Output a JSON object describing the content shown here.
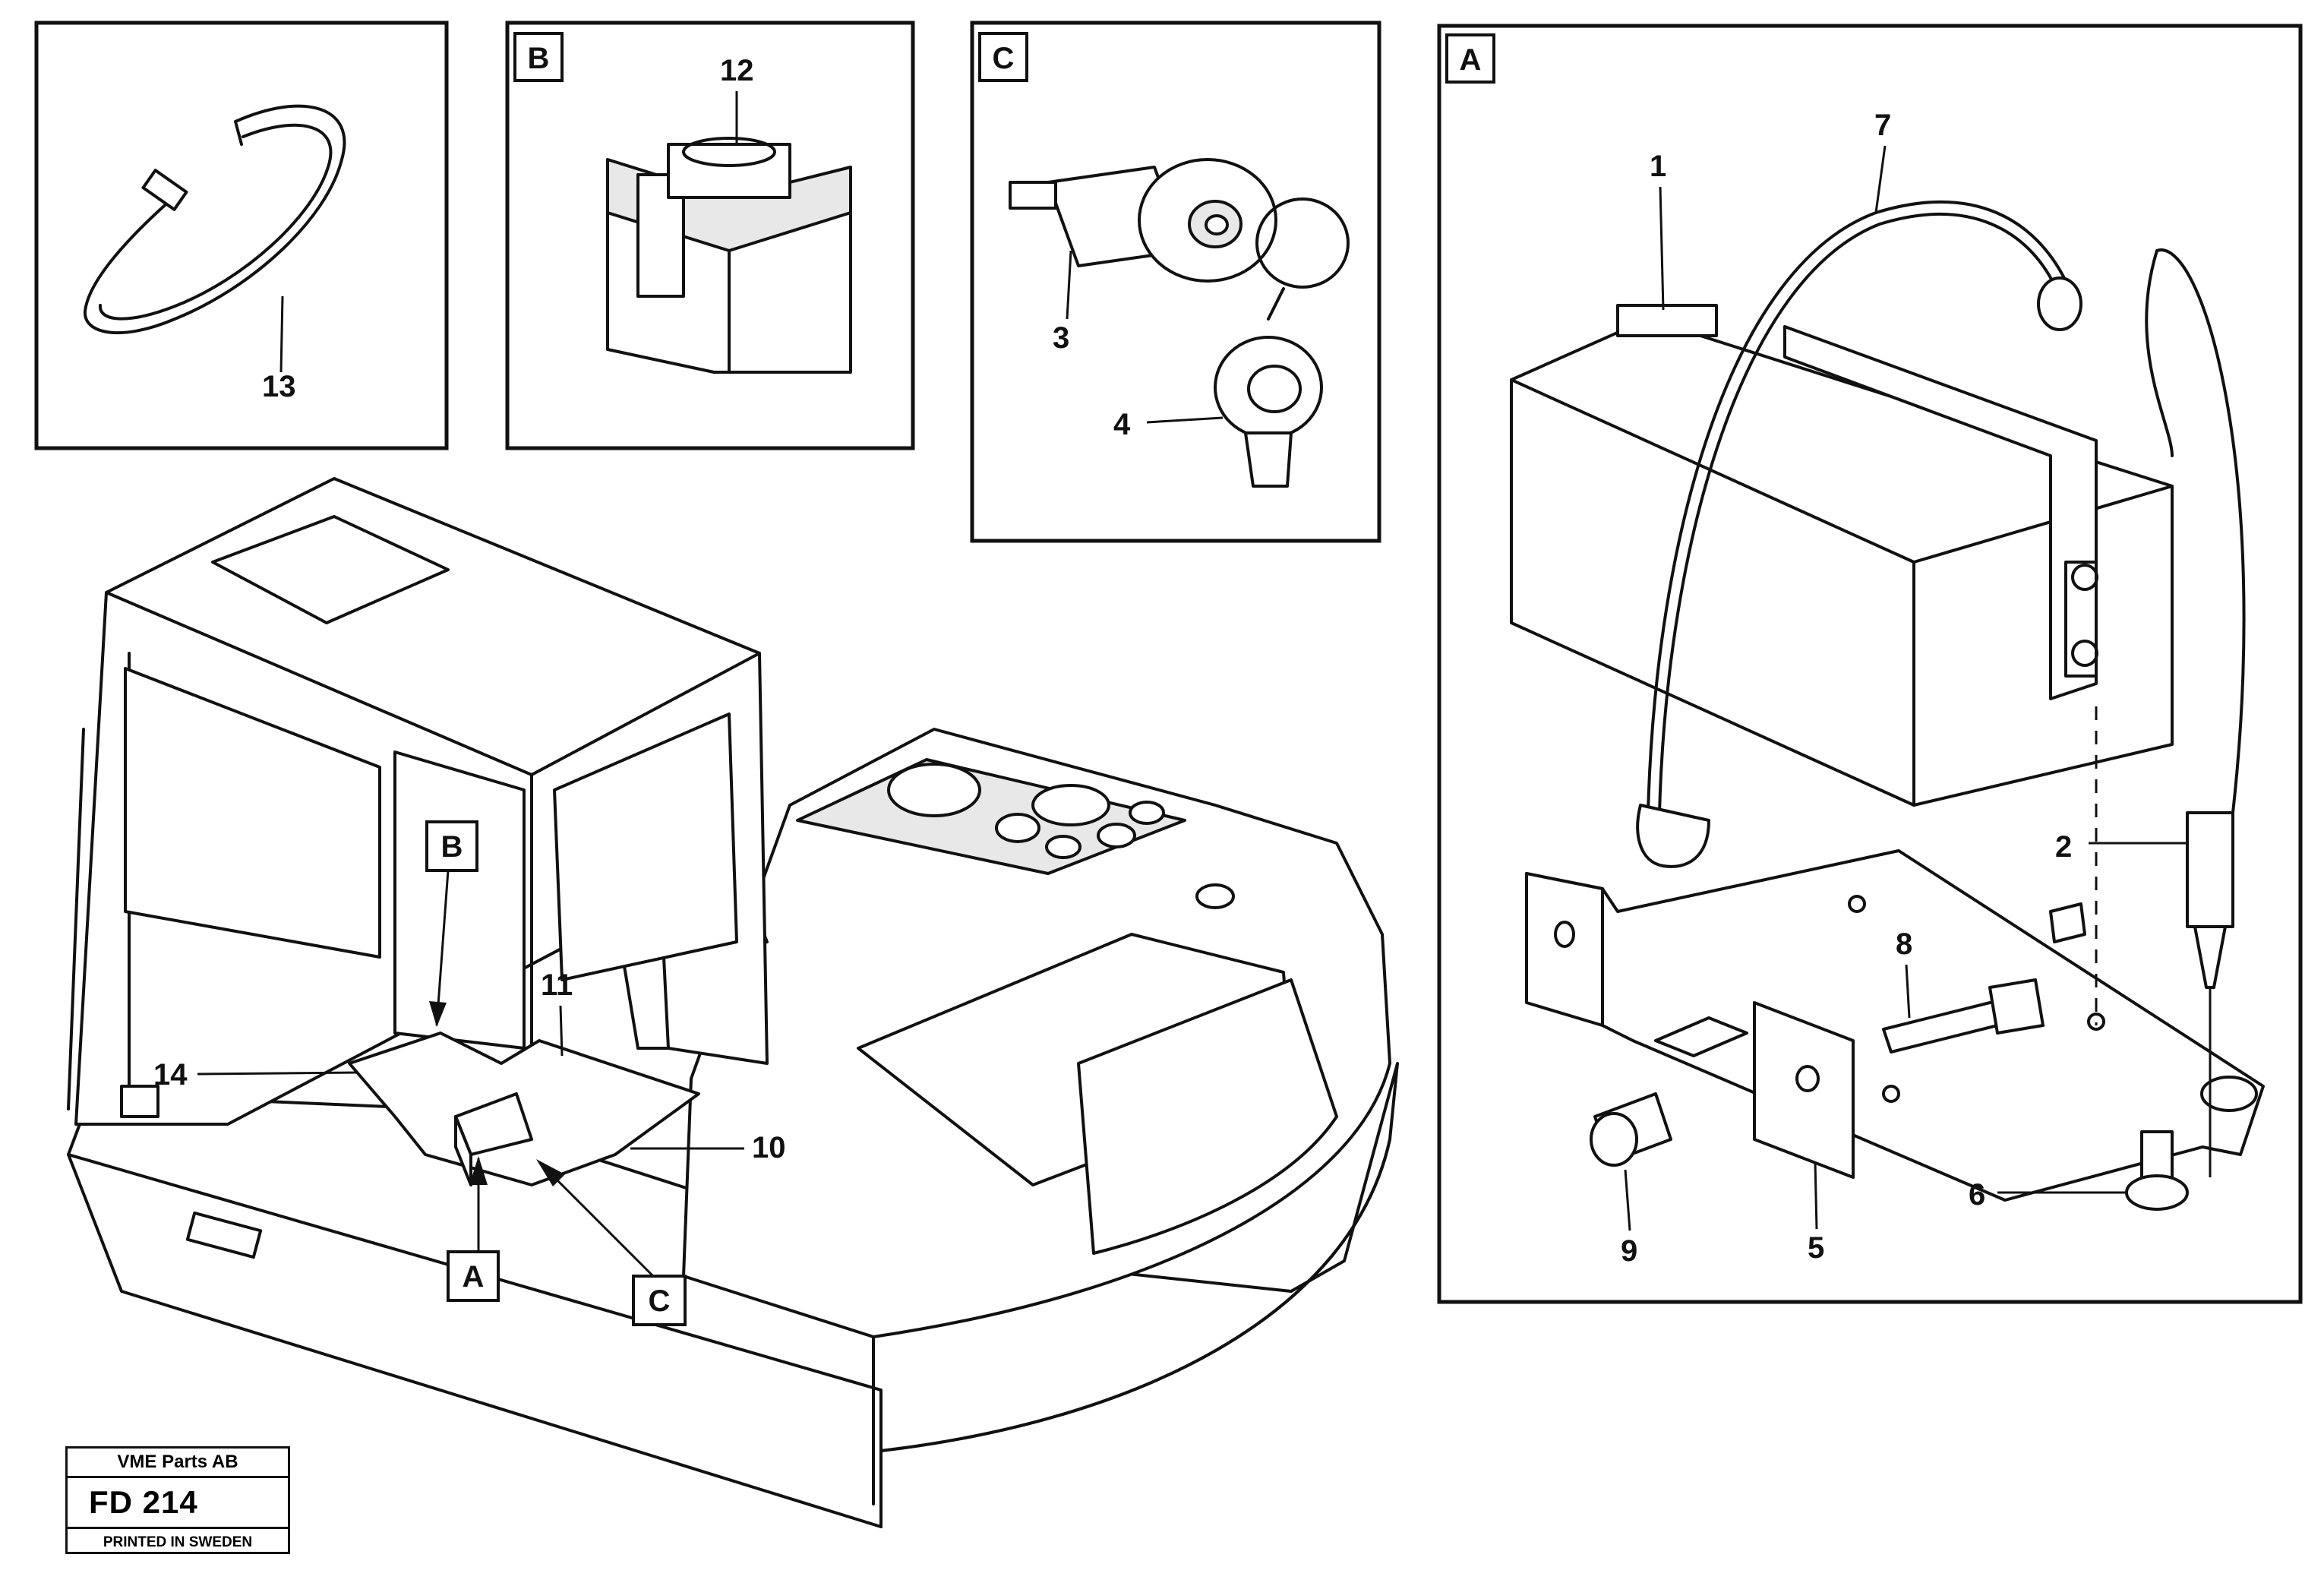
{
  "detail_tags": {
    "a": "A",
    "b": "B",
    "c": "C"
  },
  "callouts": {
    "p1": "1",
    "p2": "2",
    "p3": "3",
    "p4": "4",
    "p5": "5",
    "p6": "6",
    "p7": "7",
    "p8": "8",
    "p9": "9",
    "p10": "10",
    "p11": "11",
    "p12": "12",
    "p13": "13",
    "p14": "14"
  },
  "title_block": {
    "company": "VME Parts AB",
    "drawing_number": "FD 214",
    "printed": "PRINTED IN SWEDEN"
  }
}
